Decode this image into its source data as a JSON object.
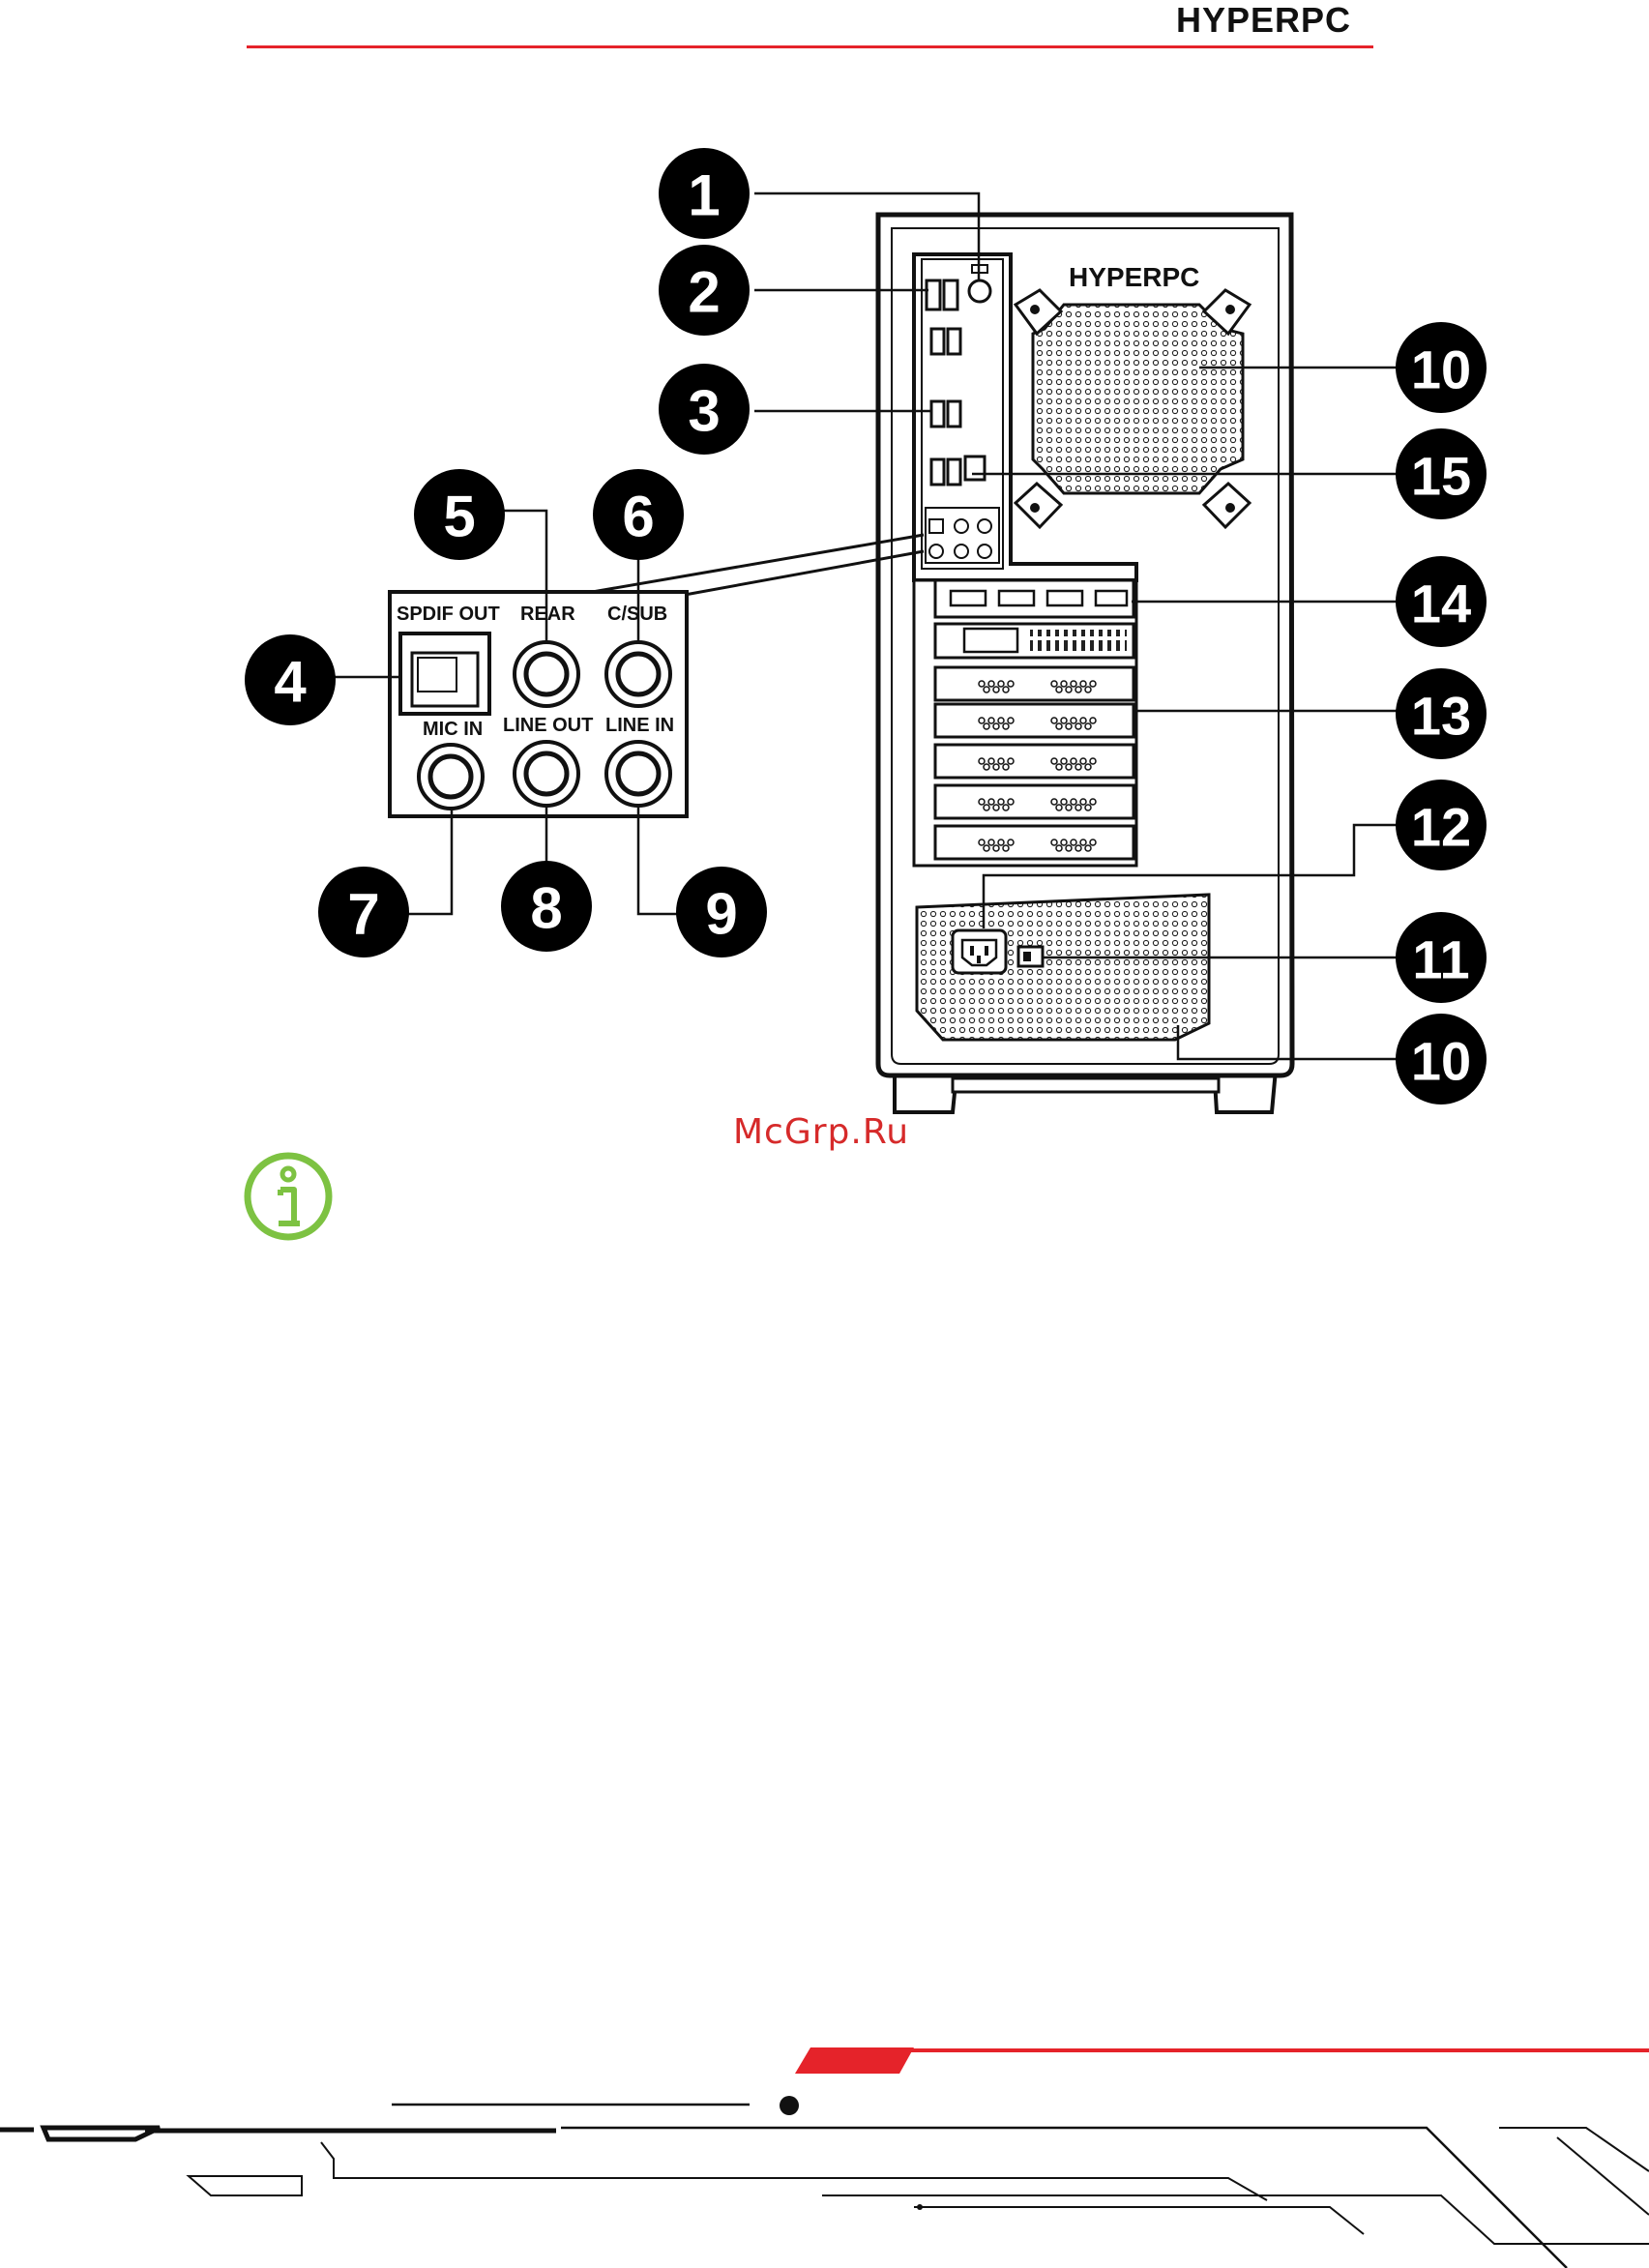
{
  "header": {
    "brand": "HYPERPC"
  },
  "case": {
    "logo": "HYPERPC"
  },
  "audio_panel": {
    "labels": {
      "spdif_out": "SPDIF OUT",
      "rear": "REAR",
      "csub": "C/SUB",
      "mic_in": "MIC IN",
      "line_out": "LINE OUT",
      "line_in": "LINE IN"
    }
  },
  "callouts": {
    "n1": "1",
    "n2": "2",
    "n3": "3",
    "n4": "4",
    "n5": "5",
    "n6": "6",
    "n7": "7",
    "n8": "8",
    "n9": "9",
    "n10a": "10",
    "n10b": "10",
    "n11": "11",
    "n12": "12",
    "n13": "13",
    "n14": "14",
    "n15": "15"
  },
  "watermark": "McGrp.Ru",
  "icons": {
    "info": "info-icon"
  },
  "colors": {
    "accent": "#e5232a",
    "info": "#7dc242",
    "watermark": "#d62a2a"
  }
}
